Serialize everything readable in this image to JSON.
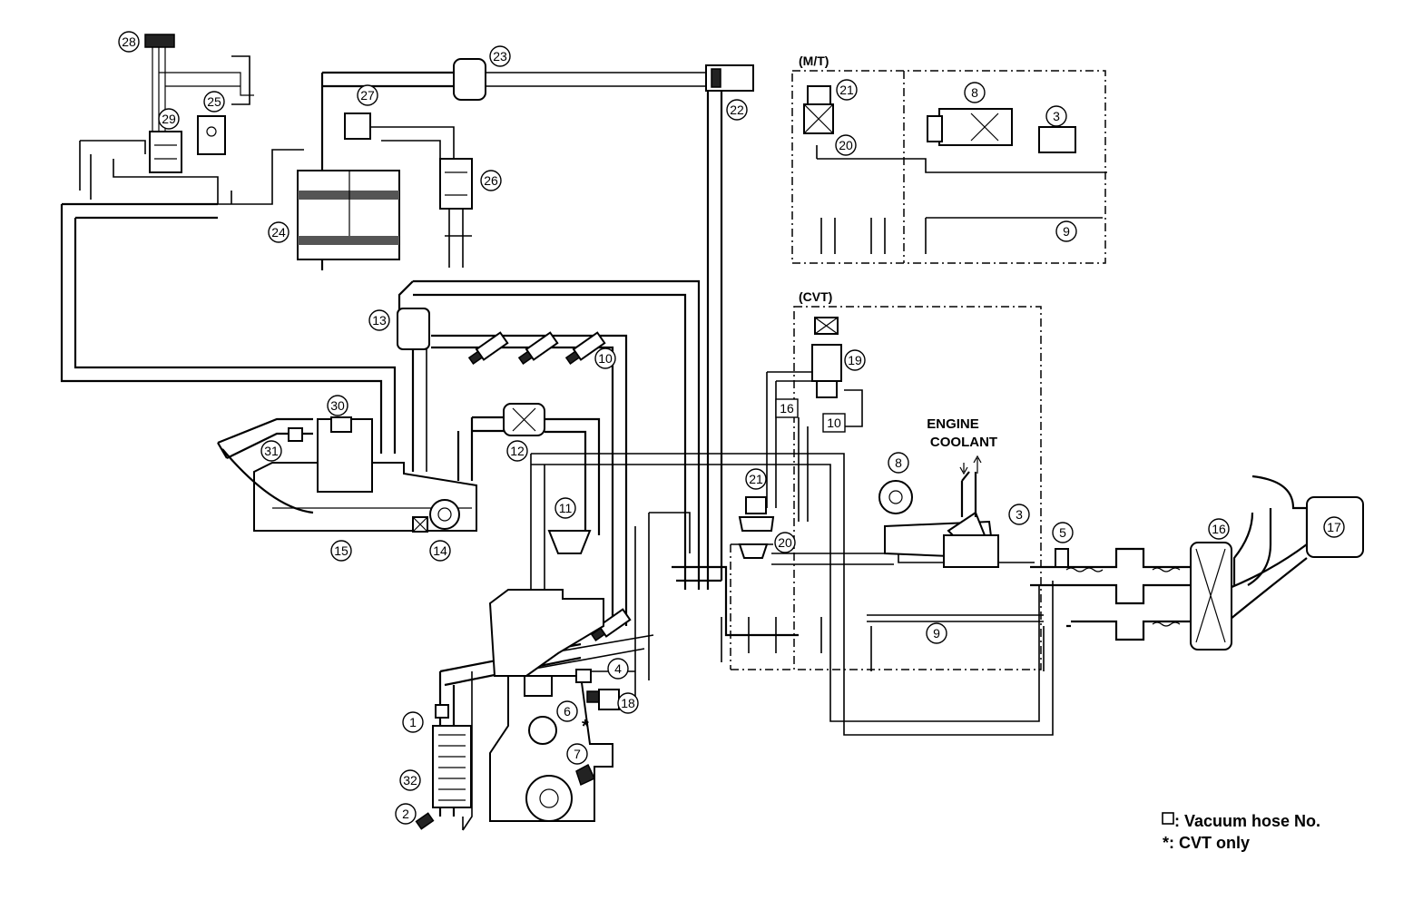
{
  "sections": {
    "mt_label": "(M/T)",
    "cvt_label": "(CVT)"
  },
  "annotations": {
    "engine_coolant_line1": "ENGINE",
    "engine_coolant_line2": "COOLANT"
  },
  "legend": {
    "vacuum_hose": ": Vacuum hose No.",
    "cvt_only": "*: CVT only"
  },
  "callouts": [
    "1",
    "2",
    "3",
    "4",
    "5",
    "6",
    "7",
    "8",
    "9",
    "10",
    "11",
    "12",
    "13",
    "14",
    "15",
    "16",
    "17",
    "18",
    "19",
    "20",
    "21",
    "22",
    "23",
    "24",
    "25",
    "26",
    "27",
    "28",
    "29",
    "30",
    "31",
    "32",
    "3",
    "8",
    "9",
    "10",
    "20",
    "21"
  ],
  "hose_numbers": [
    "16",
    "10"
  ],
  "cvt_marker": "*"
}
